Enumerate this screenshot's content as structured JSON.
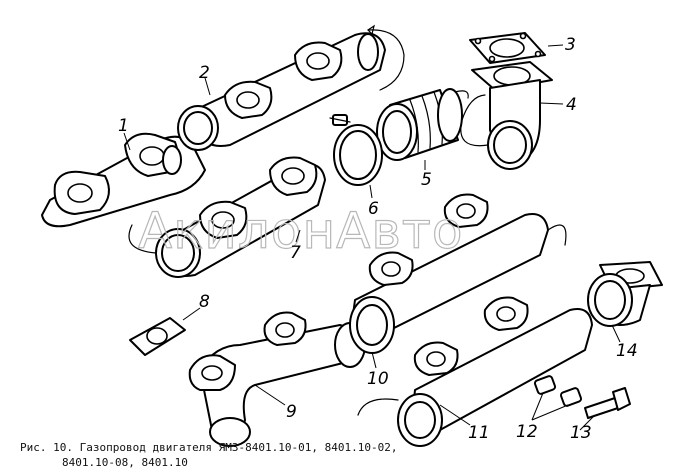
{
  "caption": {
    "line1": "Рис. 10. Газопровод двигателя ЯМЗ-8401.10-01, 8401.10-02,",
    "line2": "8401.10-08, 8401.10"
  },
  "watermark": "АкилонАвто",
  "callouts": [
    "1",
    "2",
    "3",
    "4",
    "5",
    "6",
    "7",
    "8",
    "9",
    "10",
    "11",
    "12",
    "13",
    "14"
  ]
}
